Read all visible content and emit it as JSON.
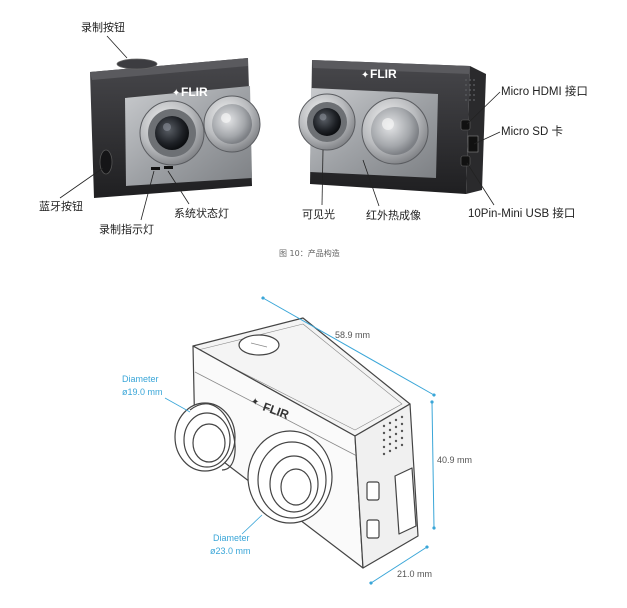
{
  "labels": {
    "record_button": "录制按钮",
    "bluetooth_button": "蓝牙按钮",
    "record_indicator": "录制指示灯",
    "status_light": "系统状态灯",
    "visible_light": "可见光",
    "infrared": "红外热成像",
    "micro_hdmi": "Micro HDMI 接口",
    "micro_sd": "Micro SD 卡",
    "usb_port": "10Pin-Mini USB 接口"
  },
  "caption": "图 10：产品构造",
  "brand": "FLIR",
  "dimensions": {
    "width": "58.9 mm",
    "height": "40.9 mm",
    "depth": "21.0 mm",
    "lens_small_title": "Diameter",
    "lens_small_value": "ø19.0 mm",
    "lens_large_title": "Diameter",
    "lens_large_value": "ø23.0 mm"
  },
  "colors": {
    "body_dark": "#2b2b2d",
    "faceplate": "#9a9ca0",
    "dimension_line": "#3aa6d8"
  }
}
